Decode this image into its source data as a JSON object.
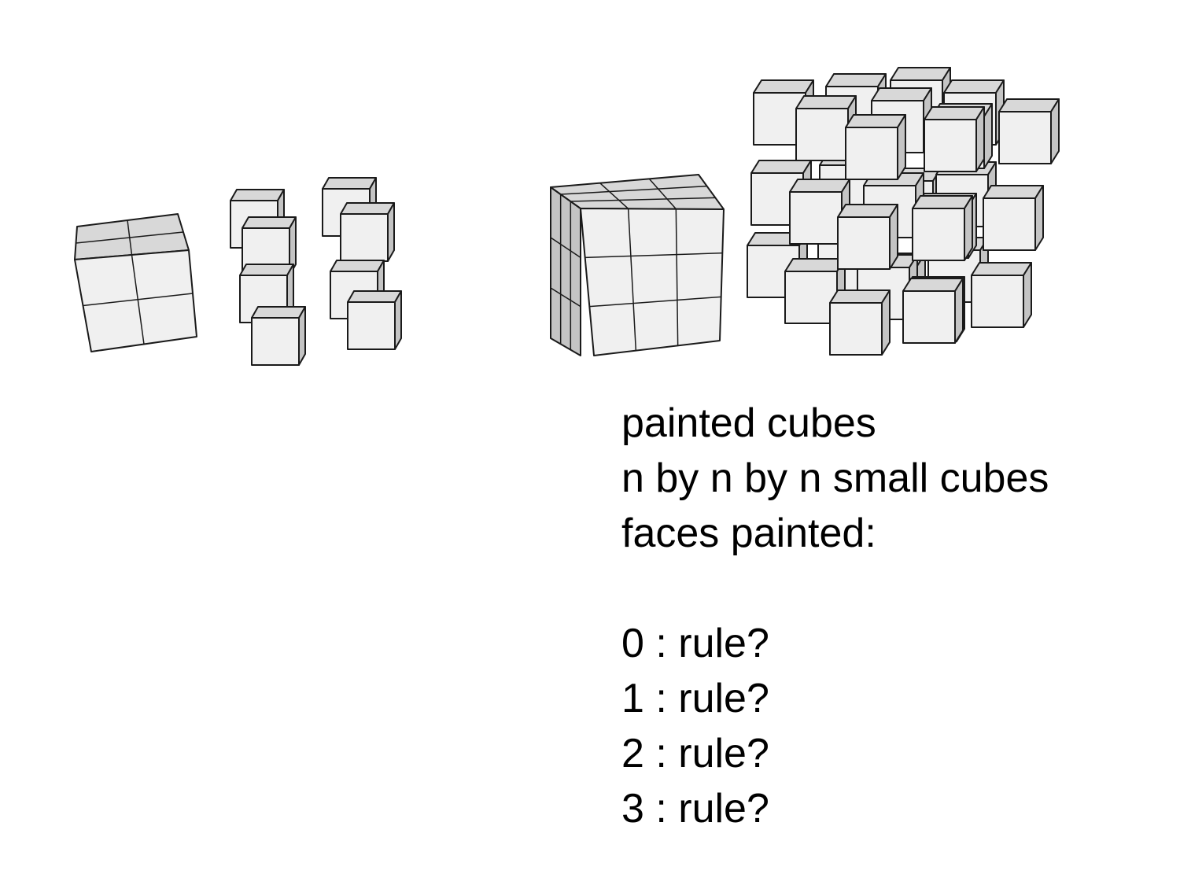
{
  "text": {
    "title": "painted cubes",
    "subtitle": "n by n by n small cubes",
    "prompt": "faces painted:",
    "rules": [
      "0 : rule?",
      "1 : rule?",
      "2 : rule?",
      "3 : rule?"
    ]
  },
  "illustrations": [
    {
      "name": "assembled-cube-2x2x2",
      "grid": 2,
      "state": "assembled"
    },
    {
      "name": "exploded-cube-2x2x2",
      "grid": 2,
      "state": "exploded"
    },
    {
      "name": "assembled-cube-3x3x3",
      "grid": 3,
      "state": "assembled"
    },
    {
      "name": "exploded-cube-3x3x3",
      "grid": 3,
      "state": "exploded"
    }
  ],
  "colors": {
    "face_front": "#f0f0f0",
    "face_top": "#d8d8d8",
    "face_side": "#c4c4c4",
    "edge": "#1a1a1a",
    "text": "#000000"
  }
}
